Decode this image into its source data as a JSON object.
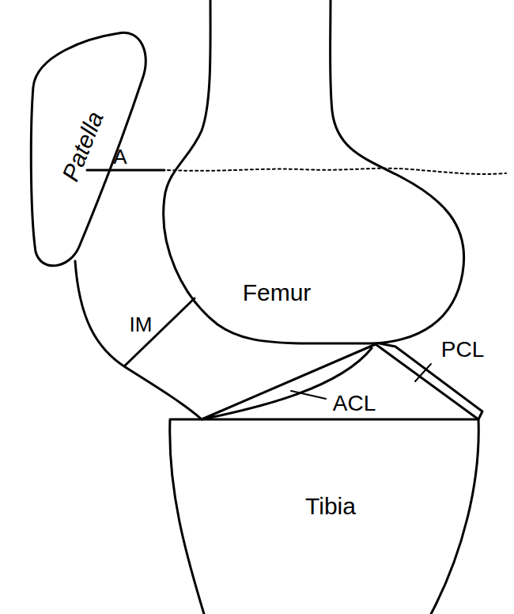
{
  "diagram": {
    "labels": [
      "Patella",
      "A",
      "IM",
      "Femur",
      "ACL",
      "PCL",
      "Tibia"
    ]
  }
}
